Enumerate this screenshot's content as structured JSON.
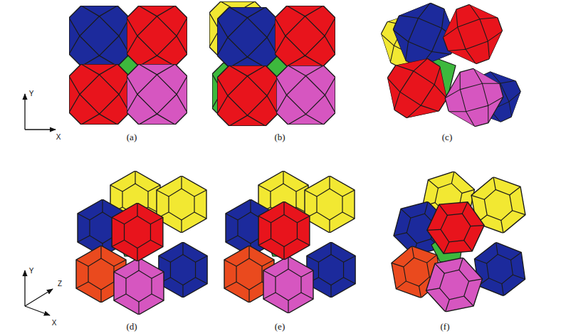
{
  "diagram": {
    "labels": [
      "(a)",
      "(b)",
      "(c)",
      "(d)",
      "(e)",
      "(f)",
      "Y",
      "X",
      "Y",
      "Z",
      "X"
    ]
  }
}
